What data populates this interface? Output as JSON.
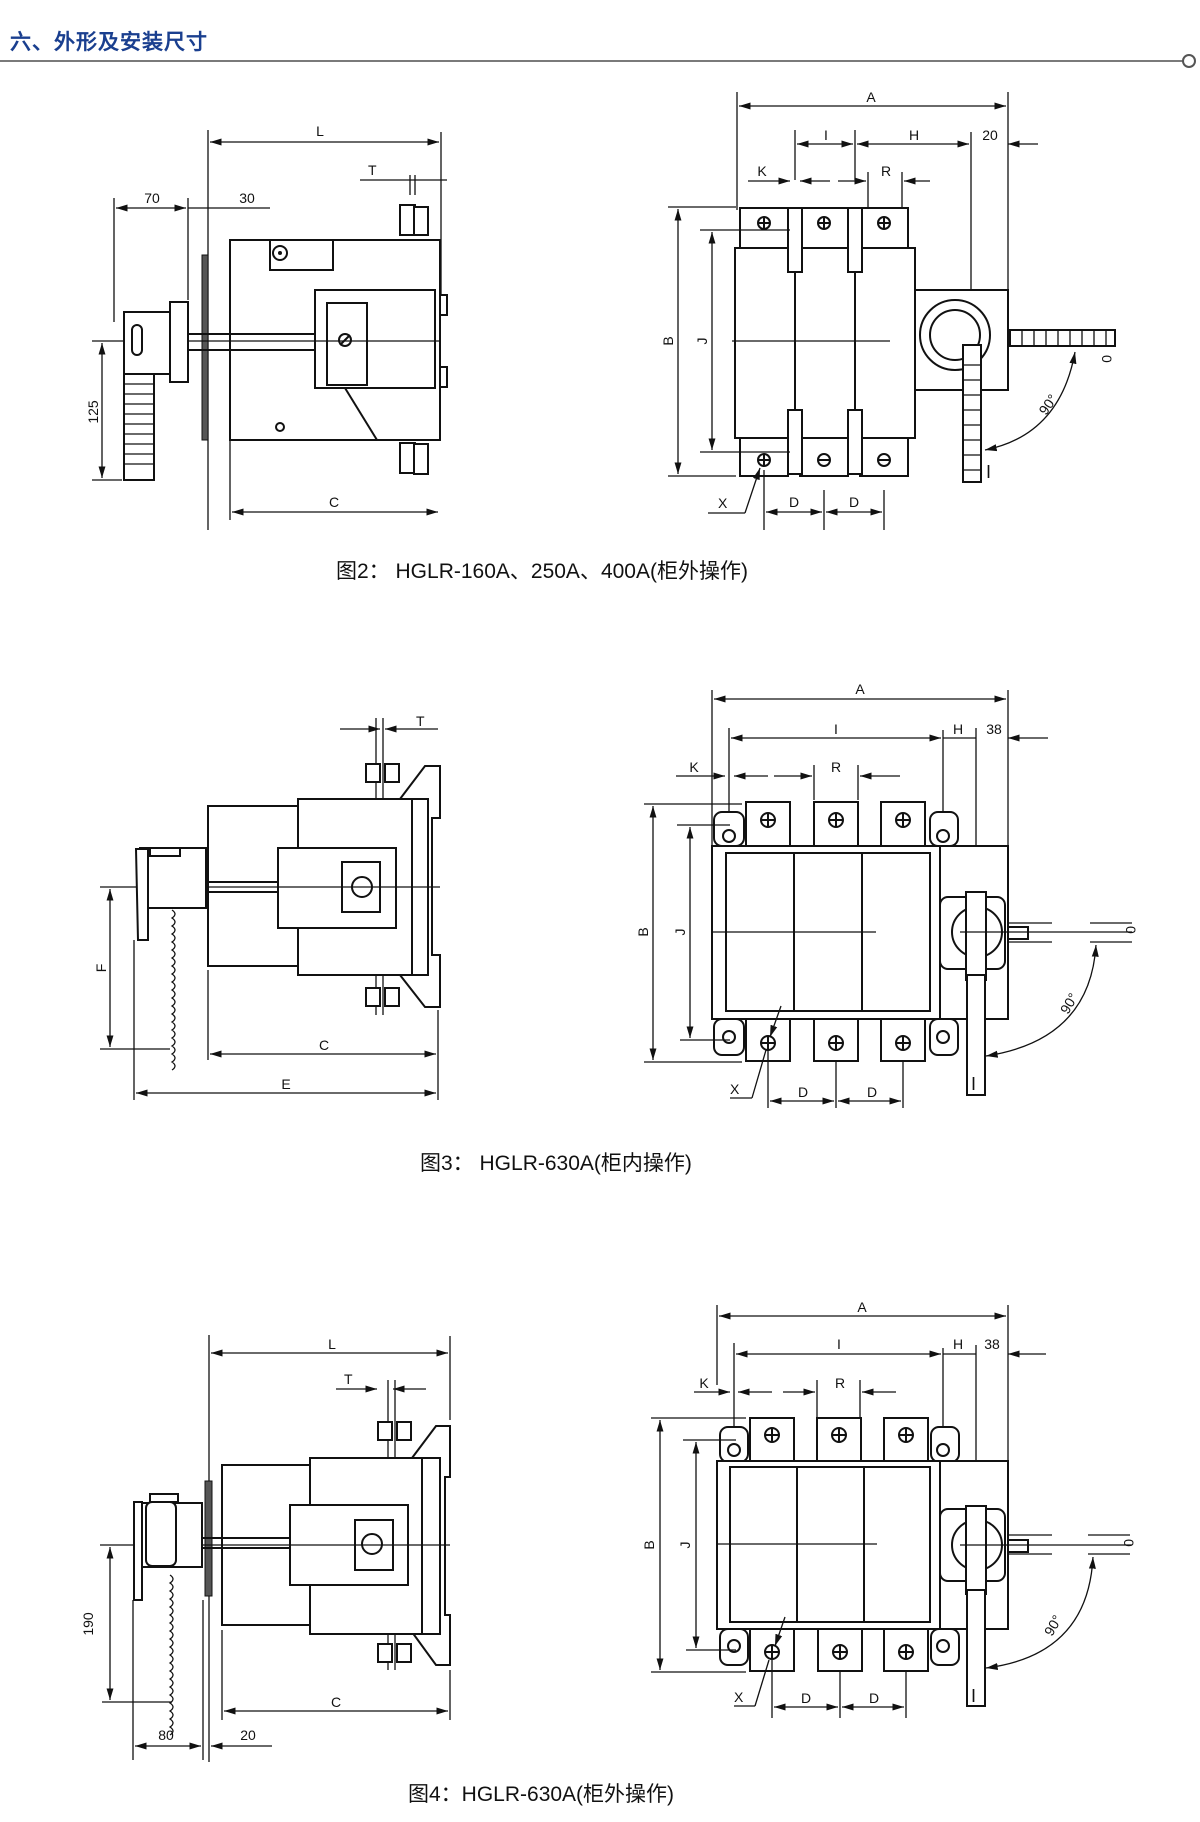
{
  "header": {
    "title": "六、外形及安装尺寸"
  },
  "figures": [
    {
      "id": "fig2",
      "caption": "图2： HGLR-160A、250A、400A(柜外操作)",
      "side_view": {
        "labels": {
          "L": "L",
          "T": "T",
          "C": "C"
        },
        "dimensions": {
          "handle_offset": "70",
          "panel_gap": "30",
          "handle_height": "125"
        }
      },
      "front_view": {
        "labels": {
          "A": "A",
          "I": "I",
          "H": "H",
          "K": "K",
          "R": "R",
          "B": "B",
          "J": "J",
          "X": "X",
          "D1": "D",
          "D2": "D"
        },
        "dimensions": {
          "handle_margin": "20"
        },
        "angle": "90°",
        "pos_on": "I",
        "pos_off": "0"
      }
    },
    {
      "id": "fig3",
      "caption": "图3： HGLR-630A(柜内操作)",
      "side_view": {
        "labels": {
          "T": "T",
          "F": "F",
          "C": "C",
          "E": "E"
        }
      },
      "front_view": {
        "labels": {
          "A": "A",
          "I": "I",
          "H": "H",
          "K": "K",
          "R": "R",
          "B": "B",
          "J": "J",
          "X": "X",
          "D1": "D",
          "D2": "D"
        },
        "dimensions": {
          "handle_margin": "38"
        },
        "angle": "90°",
        "pos_on": "I",
        "pos_off": "0"
      }
    },
    {
      "id": "fig4",
      "caption": "图4：HGLR-630A(柜外操作)",
      "side_view": {
        "labels": {
          "L": "L",
          "T": "T",
          "C": "C"
        },
        "dimensions": {
          "handle_height": "190",
          "handle_offset": "80",
          "panel_gap": "20"
        }
      },
      "front_view": {
        "labels": {
          "A": "A",
          "I": "I",
          "H": "H",
          "K": "K",
          "R": "R",
          "B": "B",
          "J": "J",
          "X": "X",
          "D1": "D",
          "D2": "D"
        },
        "dimensions": {
          "handle_margin": "38"
        },
        "angle": "90°",
        "pos_on": "I",
        "pos_off": "0"
      }
    }
  ]
}
